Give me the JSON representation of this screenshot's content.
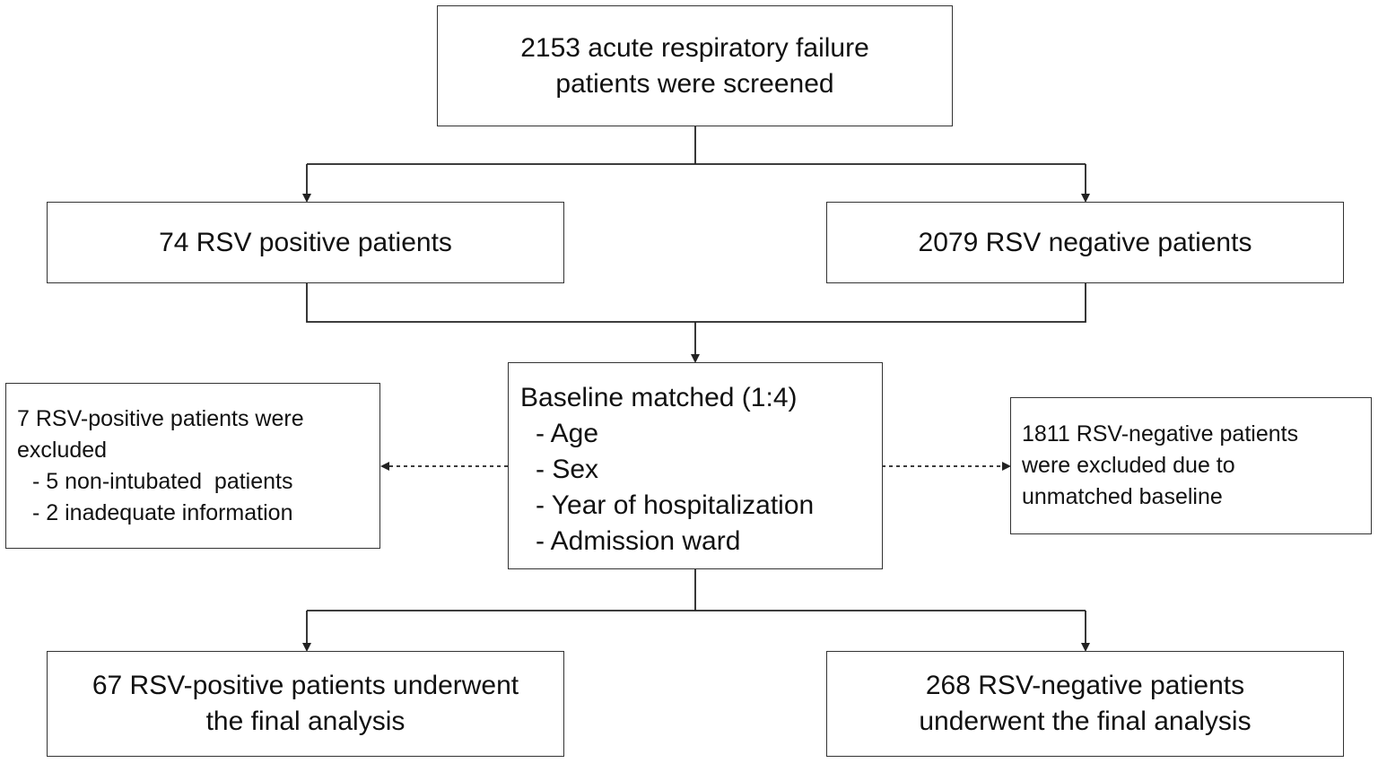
{
  "screened": {
    "line1": "2153 acute respiratory failure",
    "line2": "patients were screened"
  },
  "rsv_positive": {
    "label": "74 RSV positive patients"
  },
  "rsv_negative": {
    "label": "2079 RSV negative patients"
  },
  "matching": {
    "title": "Baseline matched (1:4)",
    "criteria": [
      "- Age",
      "- Sex",
      "- Year of hospitalization",
      "- Admission ward"
    ]
  },
  "excluded_positive": {
    "line1": "7 RSV-positive patients were",
    "line2": "excluded",
    "reasons": [
      "- 5 non-intubated  patients",
      "- 2 inadequate information"
    ]
  },
  "excluded_negative": {
    "lines": [
      "1811 RSV-negative patients",
      "were excluded due to",
      "unmatched baseline"
    ]
  },
  "final_positive": {
    "line1": "67 RSV-positive patients underwent",
    "line2": "the final analysis"
  },
  "final_negative": {
    "line1": "268 RSV-negative patients",
    "line2": "underwent the final analysis"
  }
}
